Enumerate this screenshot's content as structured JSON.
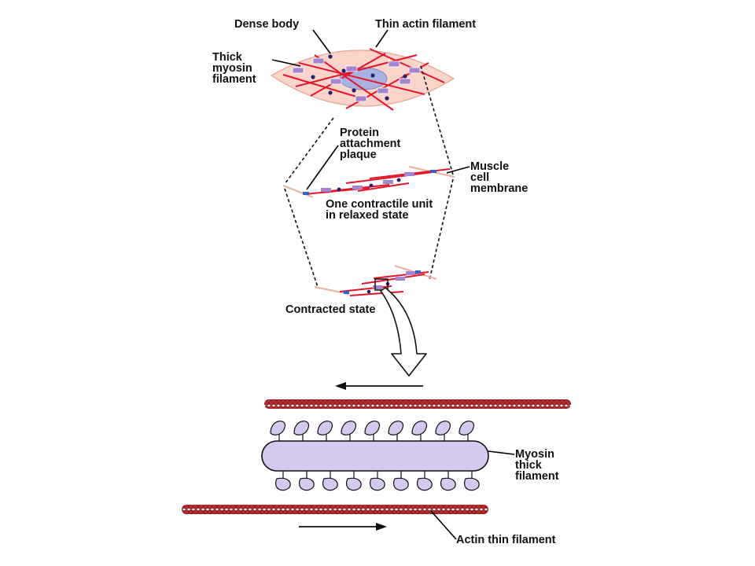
{
  "labels": {
    "dense_body": "Dense body",
    "thin_actin_filament": "Thin actin filament",
    "thick_myosin_filament": "Thick\nmyosin\nfilament",
    "protein_attachment_plaque": "Protein\nattachment\nplaque",
    "muscle_cell_membrane": "Muscle\ncell\nmembrane",
    "contractile_unit_relaxed": "One contractile unit\nin relaxed state",
    "contracted_state": "Contracted state",
    "myosin_thick_filament": "Myosin\nthick\nfilament",
    "actin_thin_filament": "Actin thin filament"
  },
  "colors": {
    "cell_fill": "#fbd5c9",
    "cell_stroke": "#e6a493",
    "nucleus": "#a8b1e0",
    "actin_line": "#e3162c",
    "myosin_block": "#a486d0",
    "plaque": "#3d5fc0",
    "dense_body": "#23236b",
    "membrane_segment": "#e8b6a3",
    "actin_bead": "#b8282b",
    "myosin_rod": "#d6c9ef",
    "leader_line": "#000000"
  }
}
